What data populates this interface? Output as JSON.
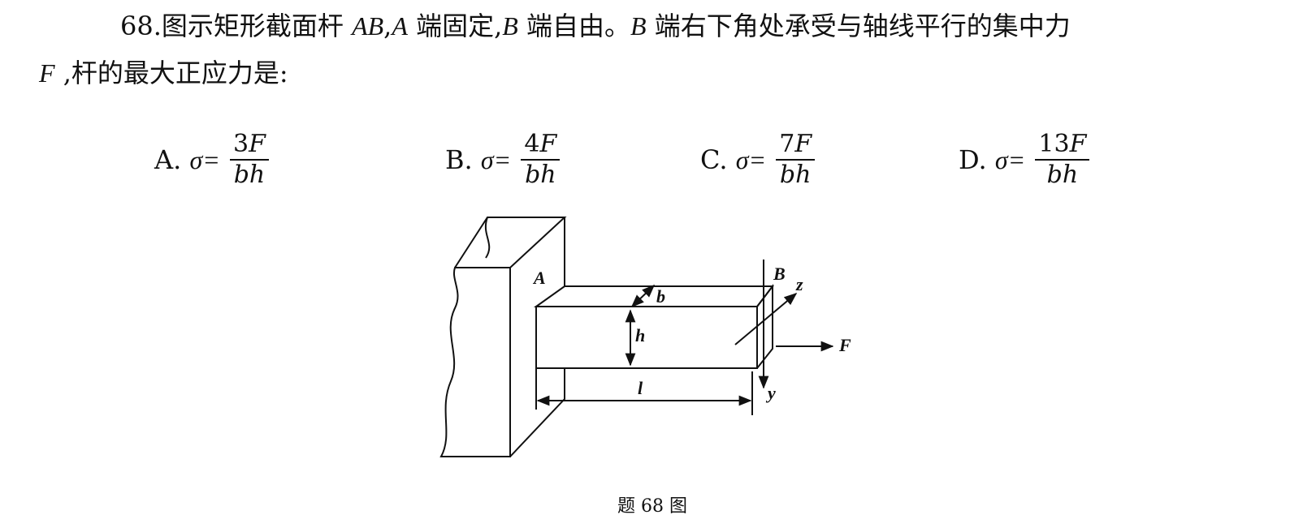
{
  "question": {
    "number": "68.",
    "line1_text1": "图示矩形截面杆 ",
    "line1_var1": "AB",
    "line1_text2": ",",
    "line1_var2": "A",
    "line1_text3": " 端固定,",
    "line1_var3": "B",
    "line1_text4": " 端自由。",
    "line1_var4": "B",
    "line1_text5": " 端右下角处承受与轴线平行的集中力",
    "line2_var": "F",
    "line2_text": " ,杆的最大正应力是:"
  },
  "options": [
    {
      "letter": "A.",
      "sigma": "σ=",
      "coef": "3",
      "var": "F",
      "den": "bh"
    },
    {
      "letter": "B.",
      "sigma": "σ=",
      "coef": "4",
      "var": "F",
      "den": "bh"
    },
    {
      "letter": "C.",
      "sigma": "σ=",
      "coef": "7",
      "var": "F",
      "den": "bh"
    },
    {
      "letter": "D.",
      "sigma": "σ=",
      "coef": "13",
      "var": "F",
      "den": "bh"
    }
  ],
  "figure": {
    "labels": {
      "A": "A",
      "B": "B",
      "b": "b",
      "h": "h",
      "l": "l",
      "z": "z",
      "y": "y",
      "F": "F"
    },
    "caption": "题 68 图"
  }
}
